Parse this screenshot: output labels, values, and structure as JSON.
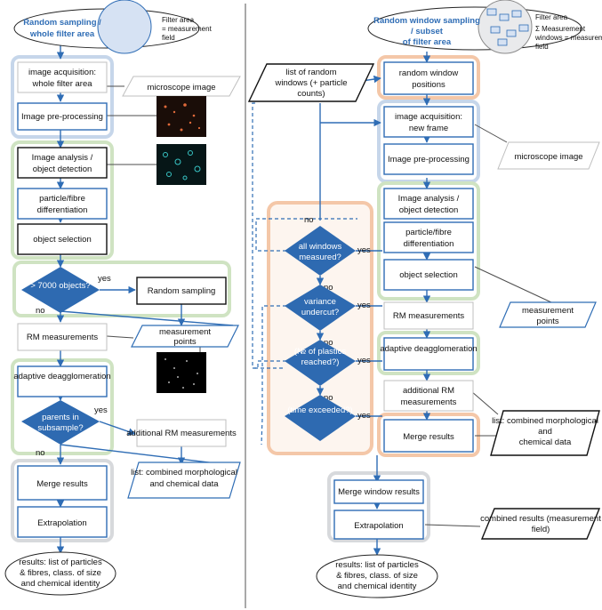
{
  "colors": {
    "blue": "#2f6db5",
    "diamond": "#2e6ab1",
    "green_group": "#cfe3c2",
    "blue_group": "#c6d6ea",
    "orange_group": "#f4c7a8",
    "gray_group": "#d7d9dc",
    "filter_fill": "#d6e2f3"
  },
  "left": {
    "start": "Random sampling / whole filter area",
    "filter_note": "Filter area = measurement field",
    "acquisition": "image acquisition: whole filter area",
    "preprocessing": "Image pre-processing",
    "microscope_image": "microscope image",
    "analysis": "Image analysis / object detection",
    "differentiation": "particle/fibre differentiation",
    "selection": "object selection",
    "decision_objects": "> 7000 objects?",
    "yes1": "yes",
    "no1": "no",
    "random_sampling": "Random sampling",
    "rm_measurements": "RM measurements",
    "measurement_points": "measurement points",
    "deagglomeration": "adaptive deagglomeration",
    "decision_parents": "parents in subsample?",
    "yes2": "yes",
    "no2": "no",
    "additional_rm": "additional RM measurements",
    "list_combined": "list: combined morphological and chemical data",
    "merge": "Merge results",
    "extrapolation": "Extrapolation",
    "results": "results: list of particles & fibres, class. of size and chemical identity"
  },
  "right": {
    "start": "Random window sampling / subset of filter area",
    "legend_filter": "Filter area",
    "legend_windows": "Σ Measurement windows = measurement field",
    "list_windows": "list of random windows (+ particle counts)",
    "window_positions": "random window positions",
    "acquisition": "image acquisition: new frame",
    "preprocessing": "Image pre-processing",
    "microscope_image": "microscope image",
    "analysis": "Image analysis / object detection",
    "differentiation": "particle/fibre differentiation",
    "selection": "object selection",
    "rm_measurements": "RM measurements",
    "measurement_points": "measurement points",
    "deagglomeration": "adaptive deagglomeration",
    "additional_rm": "additional RM measurements",
    "merge": "Merge results",
    "list_combined": "list: combined morphological and chemical data",
    "decision_windows": "all windows measured?",
    "decision_variance": "variance undercut?",
    "decision_plastics": "(№ of plastics reached?)",
    "decision_time": "(time exceeded?)",
    "no_top": "no",
    "yes_w": "yes",
    "no_w": "no",
    "yes_v": "yes",
    "no_v": "no",
    "yes_p": "yes",
    "no_p": "no",
    "yes_t": "yes",
    "merge_windows": "Merge window results",
    "extrapolation": "Extrapolation",
    "combined_results": "combined results (measurement field)",
    "results": "results: list of particles & fibres, class. of size and chemical identity"
  }
}
